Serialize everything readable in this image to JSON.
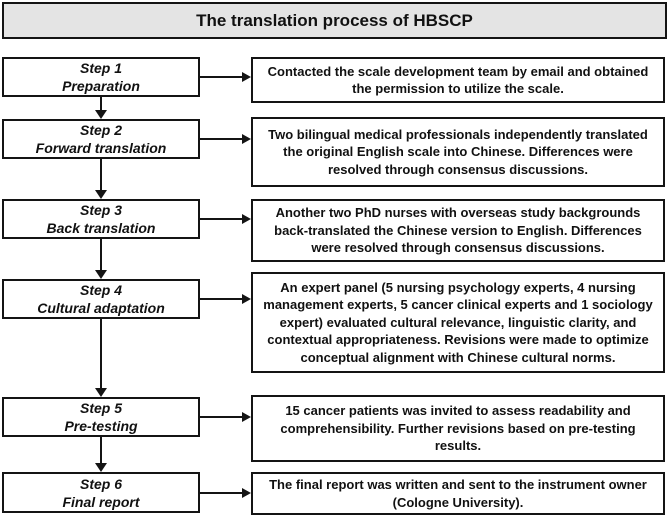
{
  "title": "The translation process of HBSCP",
  "colors": {
    "title_bg": "#e4e4e4",
    "line": "#141414",
    "box_bg": "#ffffff",
    "text": "#111111"
  },
  "steps": [
    {
      "label": "Step 1",
      "name": "Preparation",
      "description": "Contacted the scale development team by email and obtained the permission to utilize the scale."
    },
    {
      "label": "Step 2",
      "name": "Forward translation",
      "description": "Two bilingual medical professionals independently translated the original English scale into Chinese. Differences were resolved through consensus discussions."
    },
    {
      "label": "Step 3",
      "name": "Back translation",
      "description": "Another two PhD nurses with overseas study backgrounds back-translated the Chinese version to English. Differences were resolved through consensus discussions."
    },
    {
      "label": "Step 4",
      "name": "Cultural adaptation",
      "description": "An expert panel (5 nursing psychology experts, 4 nursing management experts, 5 cancer clinical experts and 1 sociology expert) evaluated cultural relevance, linguistic clarity, and contextual appropriateness. Revisions were made to optimize conceptual alignment with Chinese cultural norms."
    },
    {
      "label": "Step 5",
      "name": "Pre-testing",
      "description": "15 cancer patients was invited to assess readability and comprehensibility. Further revisions based on pre-testing results."
    },
    {
      "label": "Step 6",
      "name": "Final report",
      "description": "The final report was written and sent to the instrument owner (Cologne University)."
    }
  ]
}
